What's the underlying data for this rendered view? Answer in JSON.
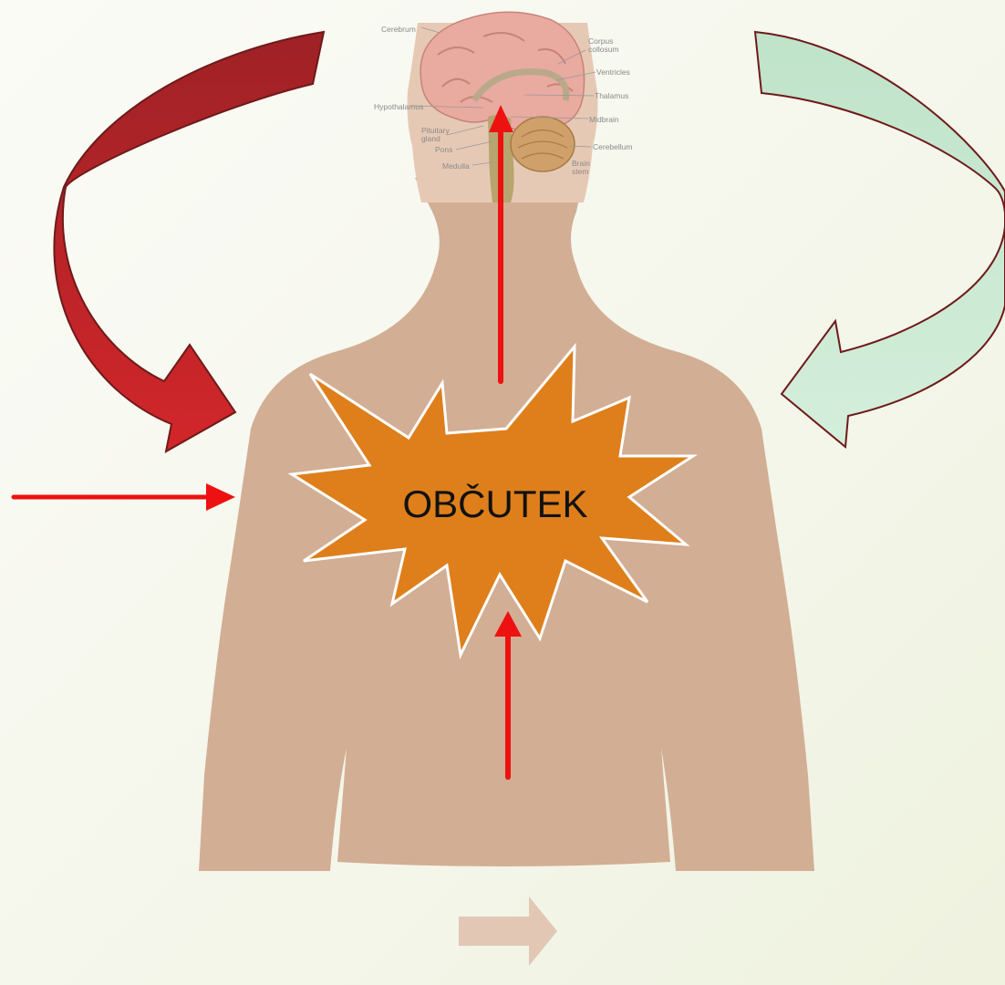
{
  "center_label": "OBČUTEK",
  "brain_labels": {
    "cerebrum": "Cerebrum",
    "corpus_line1": "Corpus",
    "corpus_line2": "collosum",
    "ventricles": "Ventricles",
    "thalamus": "Thalamus",
    "hypothalamus": "Hypothalamus",
    "midbrain": "Midbrain",
    "pituitary_line1": "Pituitary",
    "pituitary_line2": "gland",
    "pons": "Pons",
    "cerebellum": "Cerebellum",
    "medulla": "Medulla",
    "brainstem_line1": "Brain",
    "brainstem_line2": "stem"
  },
  "colors": {
    "body_skin": "#d2ae94",
    "head_skin": "#e6c9b5",
    "brain_pink": "#e9aaa0",
    "cerebellum": "#cfa06a",
    "star_fill": "#de7f1b",
    "star_stroke": "#ffffff",
    "red_arrow": "#ee1111",
    "dark_red_curve": "#b2242a",
    "mint_curve": "#c6e9d2",
    "nav_arrow": "#e2c7b5"
  }
}
